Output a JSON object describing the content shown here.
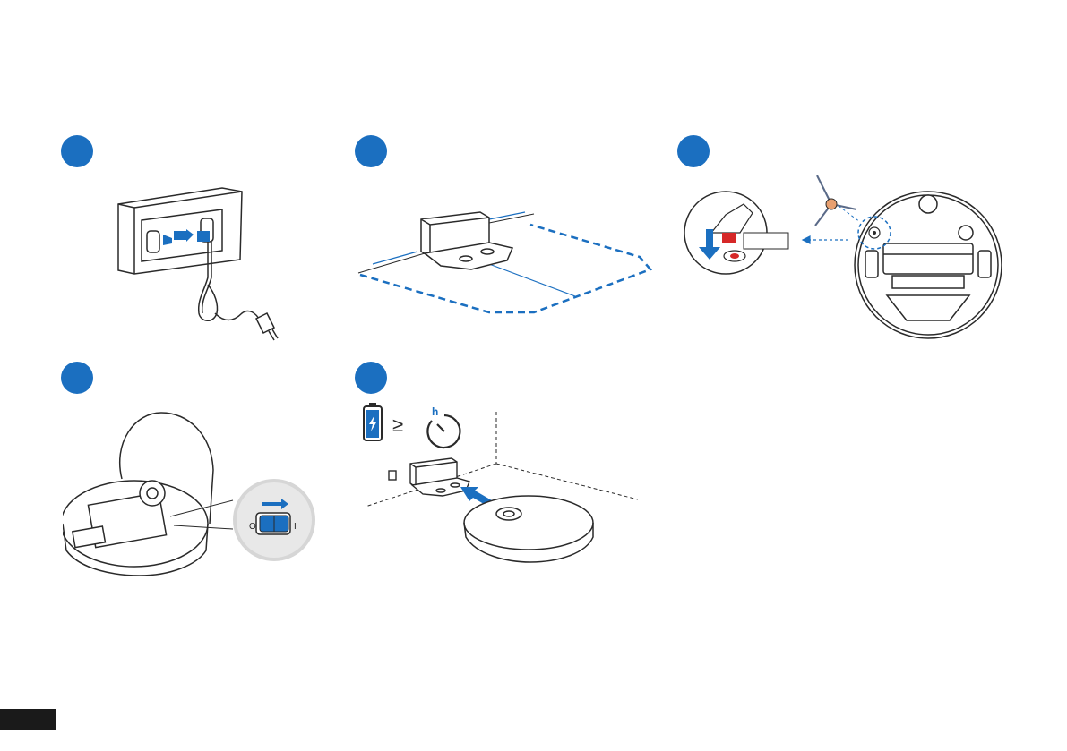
{
  "colors": {
    "accent": "#1b6fc0",
    "line": "#2a2a2a",
    "brush_center": "#e8a070",
    "marker_red": "#d62828",
    "footer": "#1a1a1a"
  },
  "steps": [
    {
      "panel": "dock-power-cable",
      "icons": [
        "dock-back-icon",
        "cable-icon",
        "plug-icon",
        "insert-arrow-icon"
      ]
    },
    {
      "panel": "dock-placement",
      "icons": [
        "dock-icon",
        "clearance-arrow-icon",
        "clearance-area-icon"
      ]
    },
    {
      "panel": "side-brush-install",
      "icons": [
        "side-brush-icon",
        "robot-bottom-icon",
        "brush-socket-icon"
      ]
    },
    {
      "panel": "power-switch",
      "icons": [
        "robot-open-lid-icon",
        "power-switch-icon"
      ]
    },
    {
      "panel": "charge-on-dock",
      "symbols": {
        "ge": "≥",
        "off": "O",
        "on": "I",
        "hour": "h"
      },
      "icons": [
        "battery-charge-icon",
        "timer-icon",
        "dock-icon",
        "robot-icon",
        "direction-arrow-icon"
      ]
    }
  ]
}
